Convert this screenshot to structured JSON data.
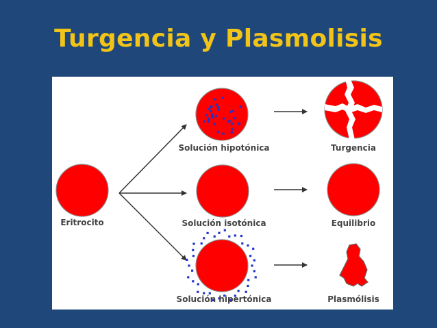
{
  "title": "Turgencia y Plasmolisis",
  "colors": {
    "background": "#1f477a",
    "title": "#f2c417",
    "cell": "#ff0000",
    "solute": "#2233cc",
    "label": "#444444"
  },
  "diagram": {
    "source": {
      "label": "Eritrocito"
    },
    "solutions": [
      {
        "label": "Solución hipotónica",
        "result": "Turgencia"
      },
      {
        "label": "Solución isotónica",
        "result": "Equilibrio"
      },
      {
        "label": "Solución hipertónica",
        "result": "Plasmólisis"
      }
    ]
  }
}
